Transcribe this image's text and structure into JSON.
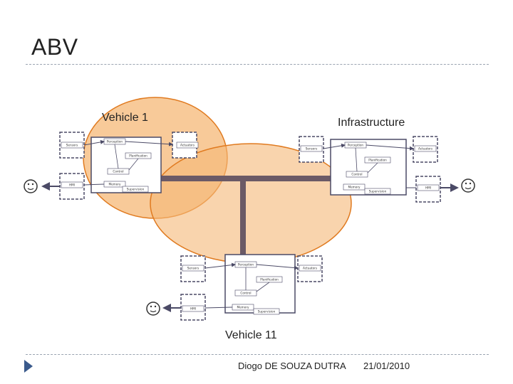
{
  "slide": {
    "title": "ABV",
    "footer_author": "Diogo DE SOUZA DUTRA",
    "footer_date": "21/01/2010"
  },
  "nodes": {
    "vehicle1": {
      "title": "Vehicle 1",
      "perception": "Perception",
      "sensors": "Sensors",
      "actuators": "Actuators",
      "planification": "Planification",
      "control": "Control",
      "hmi": "HMI",
      "memory": "Memory",
      "supervision": "Supervision"
    },
    "infrastructure": {
      "title": "Infrastructure",
      "perception": "Perception",
      "sensors": "Sensors",
      "actuators": "Actuators",
      "planification": "Planification",
      "control": "Control",
      "hmi": "HMI",
      "memory": "Memory",
      "supervision": "Supervision"
    },
    "vehicle11": {
      "title": "Vehicle 11",
      "perception": "Perception",
      "sensors": "Sensors",
      "actuators": "Actuators",
      "planification": "Planification",
      "control": "Control",
      "hmi": "HMI",
      "memory": "Memory",
      "supervision": "Supervision"
    }
  },
  "colors": {
    "zone_fill": "#f5b877",
    "zone_stroke": "#e07a1f",
    "module_stroke": "#4b4a66",
    "link": "#6b5a66"
  }
}
